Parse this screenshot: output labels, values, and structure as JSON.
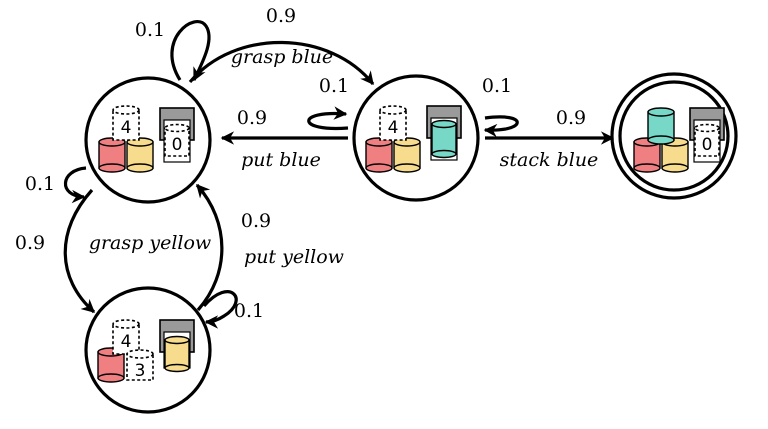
{
  "colors": {
    "red": "#f07f82",
    "yellow": "#f6dc8c",
    "cyan": "#78d8c8",
    "tray": "#9a9a9a"
  },
  "states": {
    "s0": {
      "dashed_stack": "4",
      "tray_dashed": "0"
    },
    "s1": {
      "dashed_stack": "4"
    },
    "s2": {
      "tray_dashed": "0"
    },
    "s3": {
      "dashed_stack": "4",
      "dashed_single": "3"
    }
  },
  "transitions": {
    "grasp_blue": {
      "label": "grasp  blue",
      "prob": "0.9"
    },
    "put_blue": {
      "label": "put  blue",
      "prob": "0.9"
    },
    "stack_blue": {
      "label": "stack  blue",
      "prob": "0.9"
    },
    "grasp_yellow": {
      "label": "grasp  yellow",
      "prob": "0.9"
    },
    "put_yellow": {
      "label": "put  yellow",
      "prob": "0.9"
    },
    "self_loop_s0_top": {
      "prob": "0.1"
    },
    "self_loop_s0_left": {
      "prob": "0.1"
    },
    "self_loop_s1_left": {
      "prob": "0.1"
    },
    "self_loop_s1_right": {
      "prob": "0.1"
    },
    "self_loop_s3": {
      "prob": "0.1"
    }
  }
}
